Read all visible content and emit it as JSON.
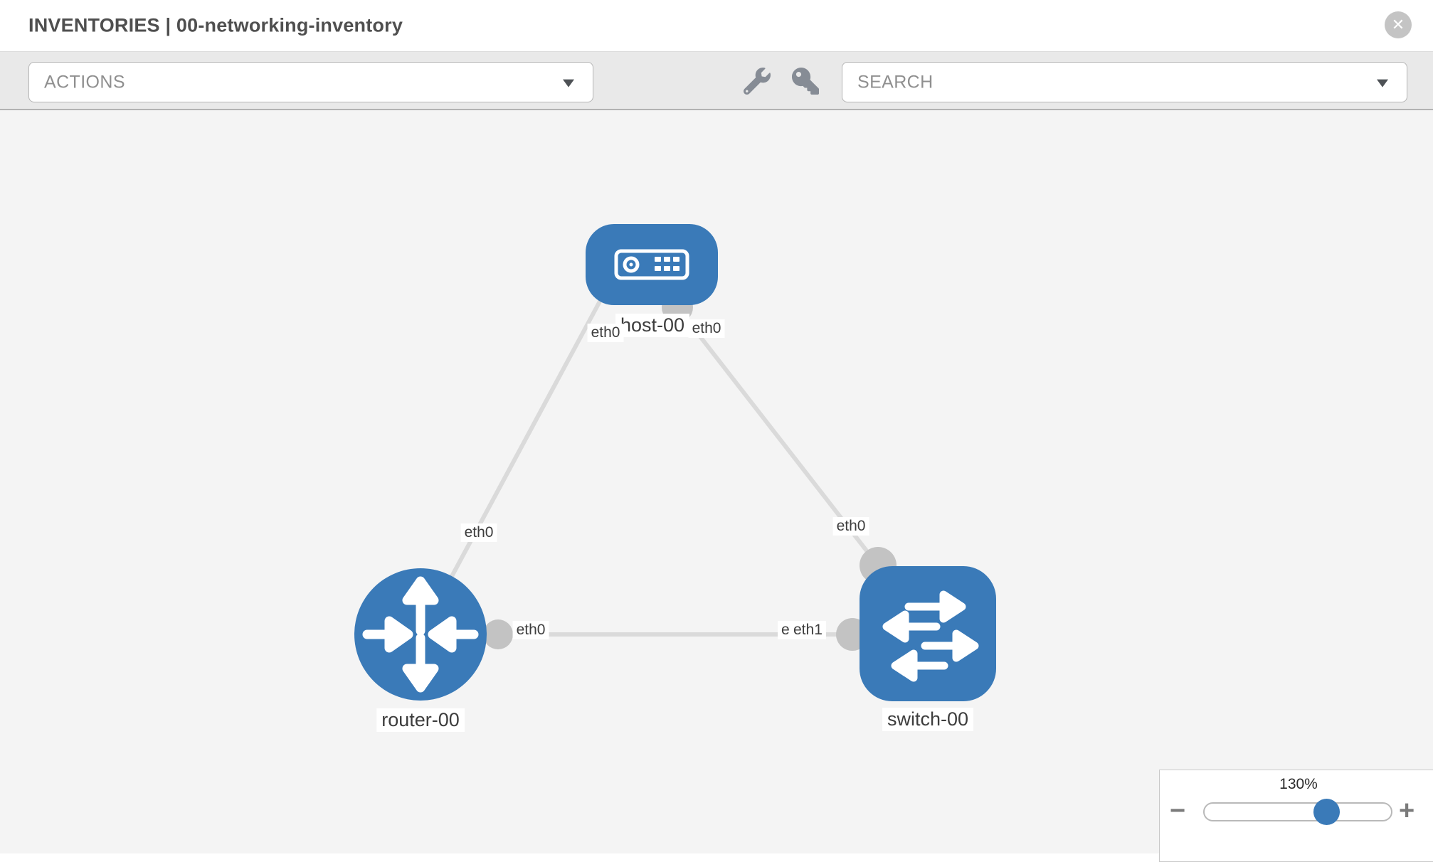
{
  "header": {
    "title": "INVENTORIES | 00-networking-inventory",
    "close_glyph": "✕"
  },
  "toolbar": {
    "actions_label": "ACTIONS",
    "search_label": "SEARCH",
    "icons": {
      "left": "wrench-icon",
      "right": "key-icon"
    }
  },
  "canvas": {
    "nodes": {
      "host": {
        "label": "host-00",
        "type": "host",
        "shape": "rounded-rect"
      },
      "router": {
        "label": "router-00",
        "type": "router",
        "shape": "circle"
      },
      "switch": {
        "label": "switch-00",
        "type": "switch",
        "shape": "rounded-square"
      }
    },
    "interfaces": {
      "host_left": "eth0",
      "host_right": "eth0",
      "router_top": "eth0",
      "switch_top": "eth0",
      "router_right": "eth0",
      "switch_left_back": "eth0",
      "switch_left_front": "eth1"
    },
    "links": [
      {
        "from": "host-00",
        "from_if": "eth0",
        "to": "router-00",
        "to_if": "eth0"
      },
      {
        "from": "host-00",
        "from_if": "eth0",
        "to": "switch-00",
        "to_if": "eth0"
      },
      {
        "from": "router-00",
        "from_if": "eth0",
        "to": "switch-00",
        "to_if": "eth1"
      }
    ]
  },
  "zoom_control": {
    "level": "130%",
    "minus": "−",
    "plus": "+"
  },
  "colors": {
    "node_blue": "#3a7ab8",
    "link_gray": "#dadada",
    "port_gray": "#c3c3c3",
    "canvas_bg": "#f4f4f4",
    "toolbar_bg": "#e9e9e9",
    "icon_gray": "#868c95",
    "close_gray": "#c4c4c4"
  }
}
